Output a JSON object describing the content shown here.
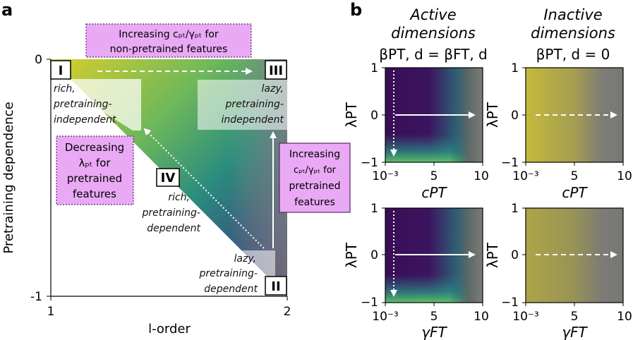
{
  "panel_a": {
    "letter": "a",
    "x_label": "l-order",
    "y_label": "Pretraining dependence",
    "x_ticks": [
      "1",
      "2"
    ],
    "y_ticks": [
      "0",
      "-1"
    ],
    "regions": [
      {
        "id": "I",
        "desc_lines": [
          "rich,",
          "pretraining-",
          "independent"
        ]
      },
      {
        "id": "III",
        "desc_lines": [
          "lazy,",
          "pretraining-",
          "independent"
        ]
      },
      {
        "id": "IV",
        "desc_lines": [
          "rich,",
          "pretraining-",
          "dependent"
        ]
      },
      {
        "id": "II",
        "desc_lines": [
          "lazy,",
          "pretraining-",
          "dependent"
        ]
      }
    ],
    "callouts": {
      "top": [
        "Increasing cₚₜ/γₚₜ for",
        "non-pretrained features"
      ],
      "left": [
        "Decreasing",
        "λₚₜ for",
        "pretrained",
        "features"
      ],
      "right": [
        "Increasing",
        "cₚₜ/γₚₜ for",
        "pretrained",
        "features"
      ]
    }
  },
  "panel_b": {
    "letter": "b",
    "col_titles": [
      {
        "line1": "Active",
        "line2": "dimensions",
        "eq": "βPT, d = βFT, d"
      },
      {
        "line1": "Inactive",
        "line2": "dimensions",
        "eq": "βPT, d = 0"
      }
    ],
    "y_label": "λPT",
    "y_ticks": [
      "1",
      "0",
      "−1"
    ],
    "x_ticks": [
      "10⁻³",
      "5",
      "10"
    ],
    "row_x_labels": [
      "cPT",
      "γFT"
    ]
  },
  "colors": {
    "accent_box": "#e9a9f5",
    "box_border": "#6a2a7a",
    "viridis_yellow": "#d2c92e",
    "viridis_purple": "#3b0f4f",
    "gray": "#7a7a7a"
  }
}
